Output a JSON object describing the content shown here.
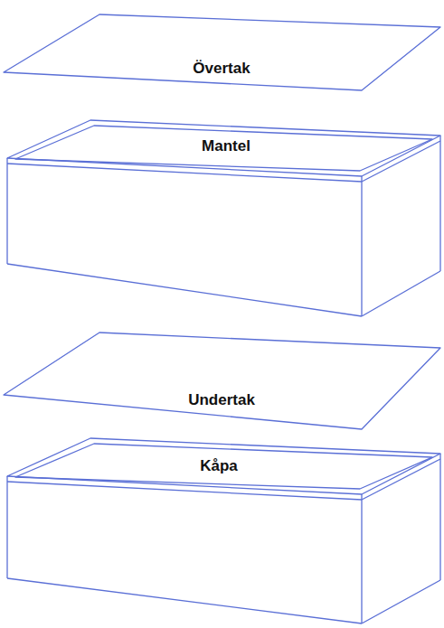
{
  "diagram": {
    "labels": [
      "Övertak",
      "Mantel",
      "Undertak",
      "Kåpa"
    ]
  }
}
